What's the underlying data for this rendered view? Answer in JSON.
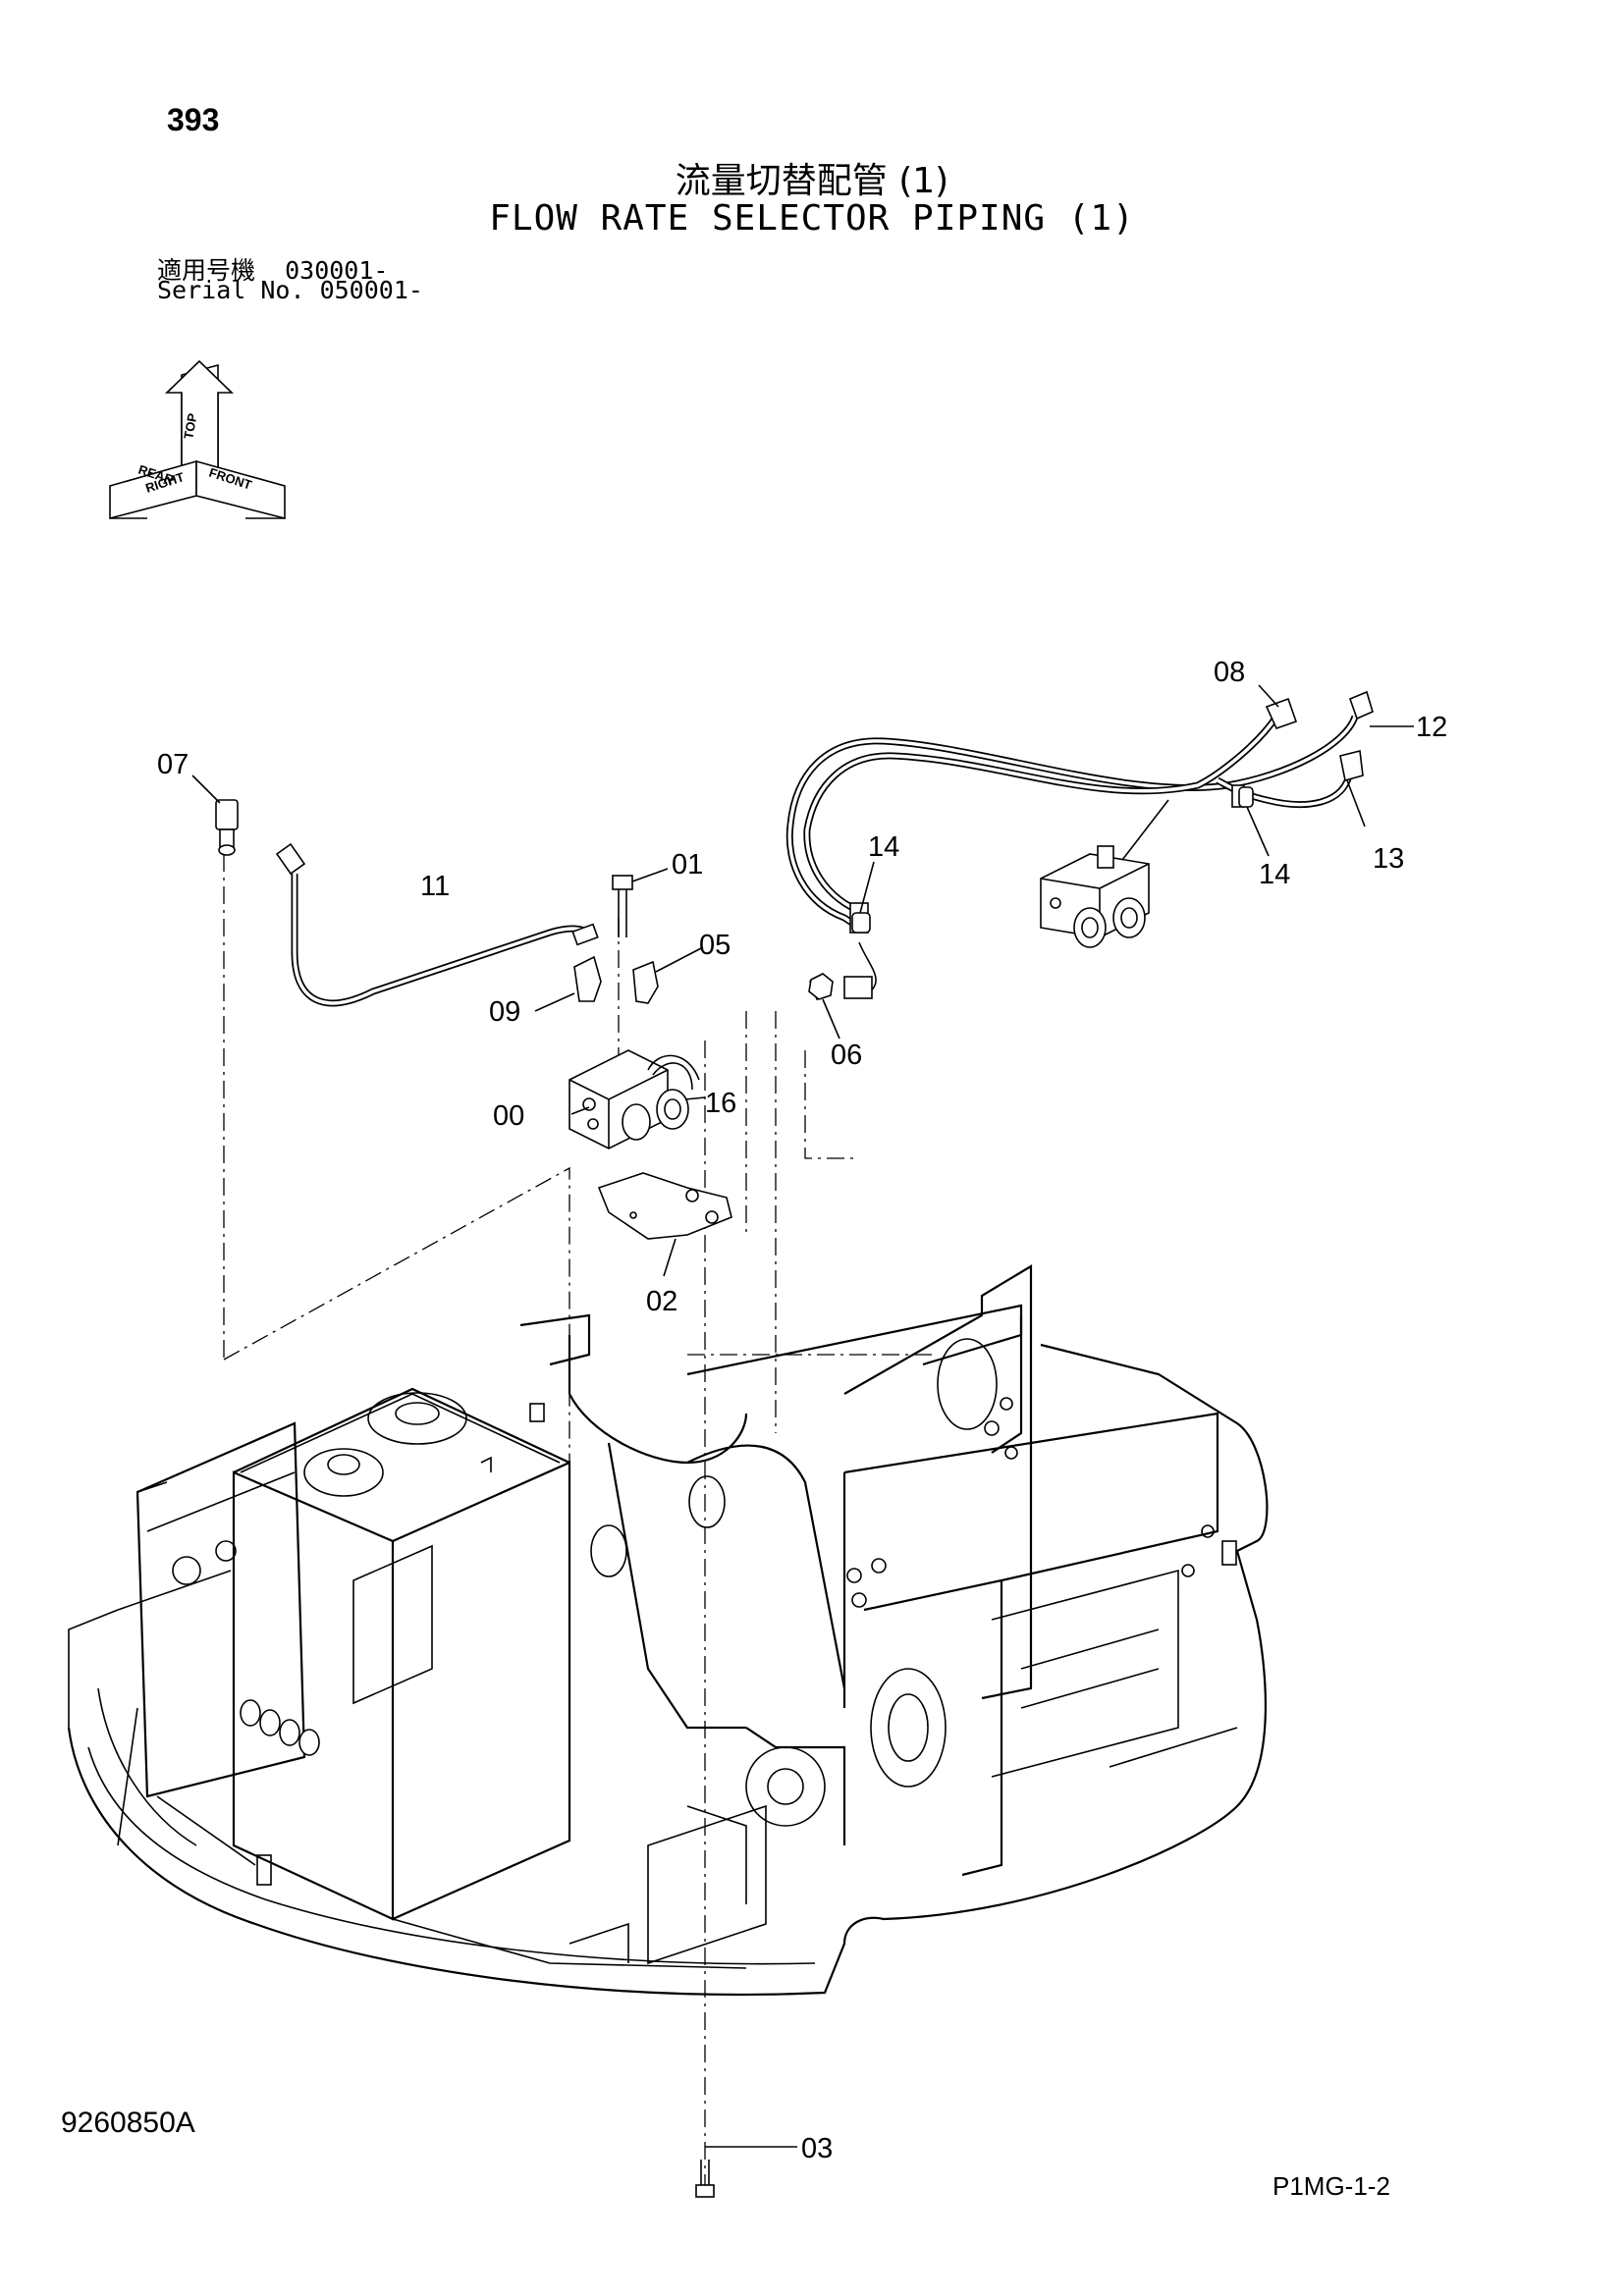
{
  "header": {
    "page_number": "393",
    "title_jp": "流量切替配管 (1)",
    "title_en": "FLOW RATE SELECTOR PIPING (1)",
    "serial_line_1": "適用号機  030001-",
    "serial_line_2": "Serial No. 050001-"
  },
  "orientation_marker": {
    "top_label": "TOP",
    "rear_label": "REAR",
    "front_label": "FRONT",
    "right_label": "RIGHT"
  },
  "callouts": {
    "c00": "00",
    "c01": "01",
    "c02": "02",
    "c03": "03",
    "c05": "05",
    "c06": "06",
    "c07": "07",
    "c08": "08",
    "c09": "09",
    "c11": "11",
    "c12": "12",
    "c13": "13",
    "c14a": "14",
    "c14b": "14",
    "c16": "16"
  },
  "footer": {
    "drawing_number": "9260850A",
    "page_code": "P1MG-1-2"
  }
}
